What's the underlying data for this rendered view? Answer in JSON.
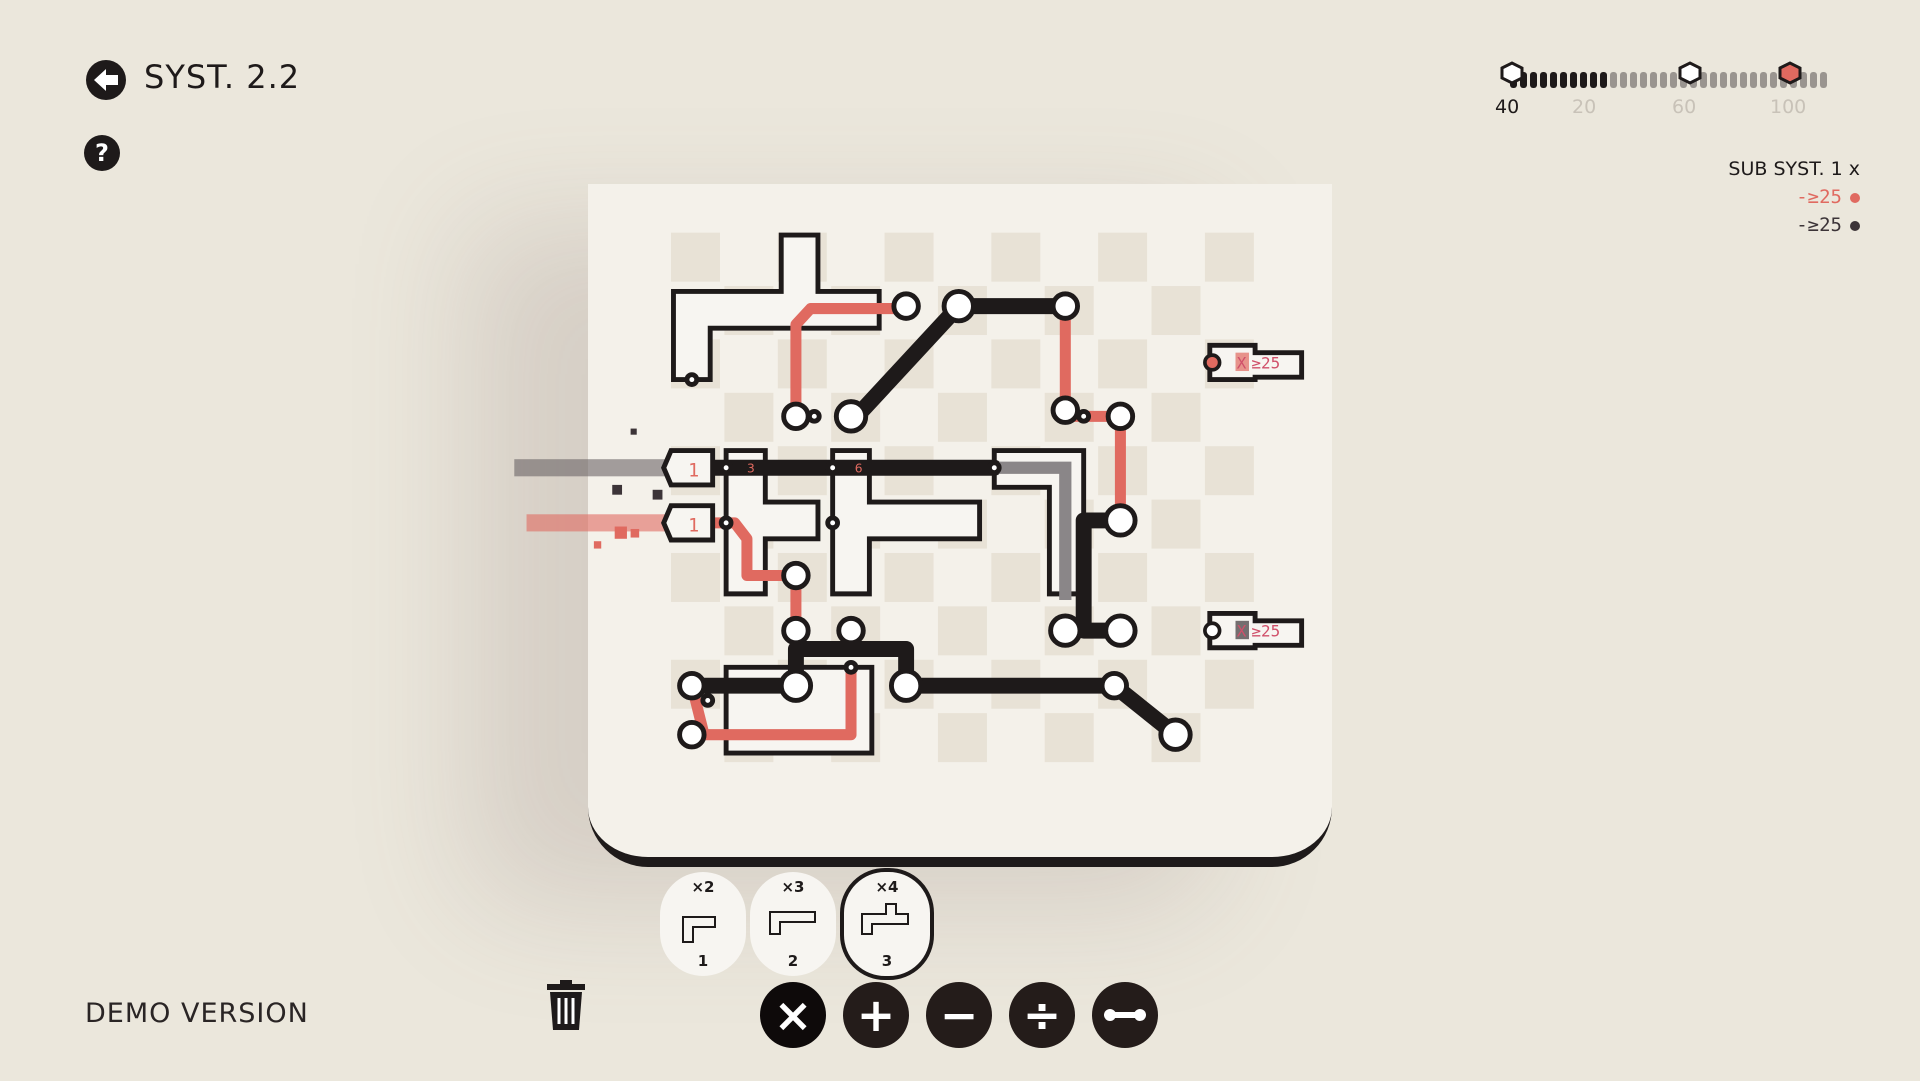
{
  "header": {
    "title": "SYST. 2.2",
    "back_icon": "back-arrow-icon",
    "help_label": "?"
  },
  "footer": {
    "demo_label": "DEMO VERSION"
  },
  "progress": {
    "current": "40",
    "markers": [
      "20",
      "60",
      "100"
    ],
    "filled_fraction": 0.45
  },
  "subsystem": {
    "title": "SUB SYST. 1 x",
    "outputs": [
      {
        "label": "-≥25",
        "color": "#e06a60"
      },
      {
        "label": "-≥25",
        "color": "#3c3438"
      }
    ]
  },
  "board": {
    "inputs": [
      {
        "value": "1",
        "color": "#2a2426"
      },
      {
        "value": "1",
        "color": "#e06a60"
      }
    ],
    "outputs": [
      {
        "var": "X",
        "condition": "≥25",
        "color": "#e06a60"
      },
      {
        "var": "X",
        "condition": "≥25",
        "color": "#3c3438"
      }
    ],
    "pipe_labels": [
      "3",
      "6"
    ]
  },
  "pieces": [
    {
      "count": "×2",
      "cost": "1"
    },
    {
      "count": "×3",
      "cost": "2"
    },
    {
      "count": "×4",
      "cost": "3",
      "selected": true
    }
  ],
  "operators": [
    {
      "name": "multiply",
      "symbol": "×"
    },
    {
      "name": "add",
      "symbol": "+"
    },
    {
      "name": "subtract",
      "symbol": "−"
    },
    {
      "name": "divide",
      "symbol": "÷"
    },
    {
      "name": "connect",
      "symbol": "⦿"
    }
  ],
  "colors": {
    "accent": "#e06a60",
    "dark": "#1e1a1a",
    "background": "#ebe7dc"
  }
}
